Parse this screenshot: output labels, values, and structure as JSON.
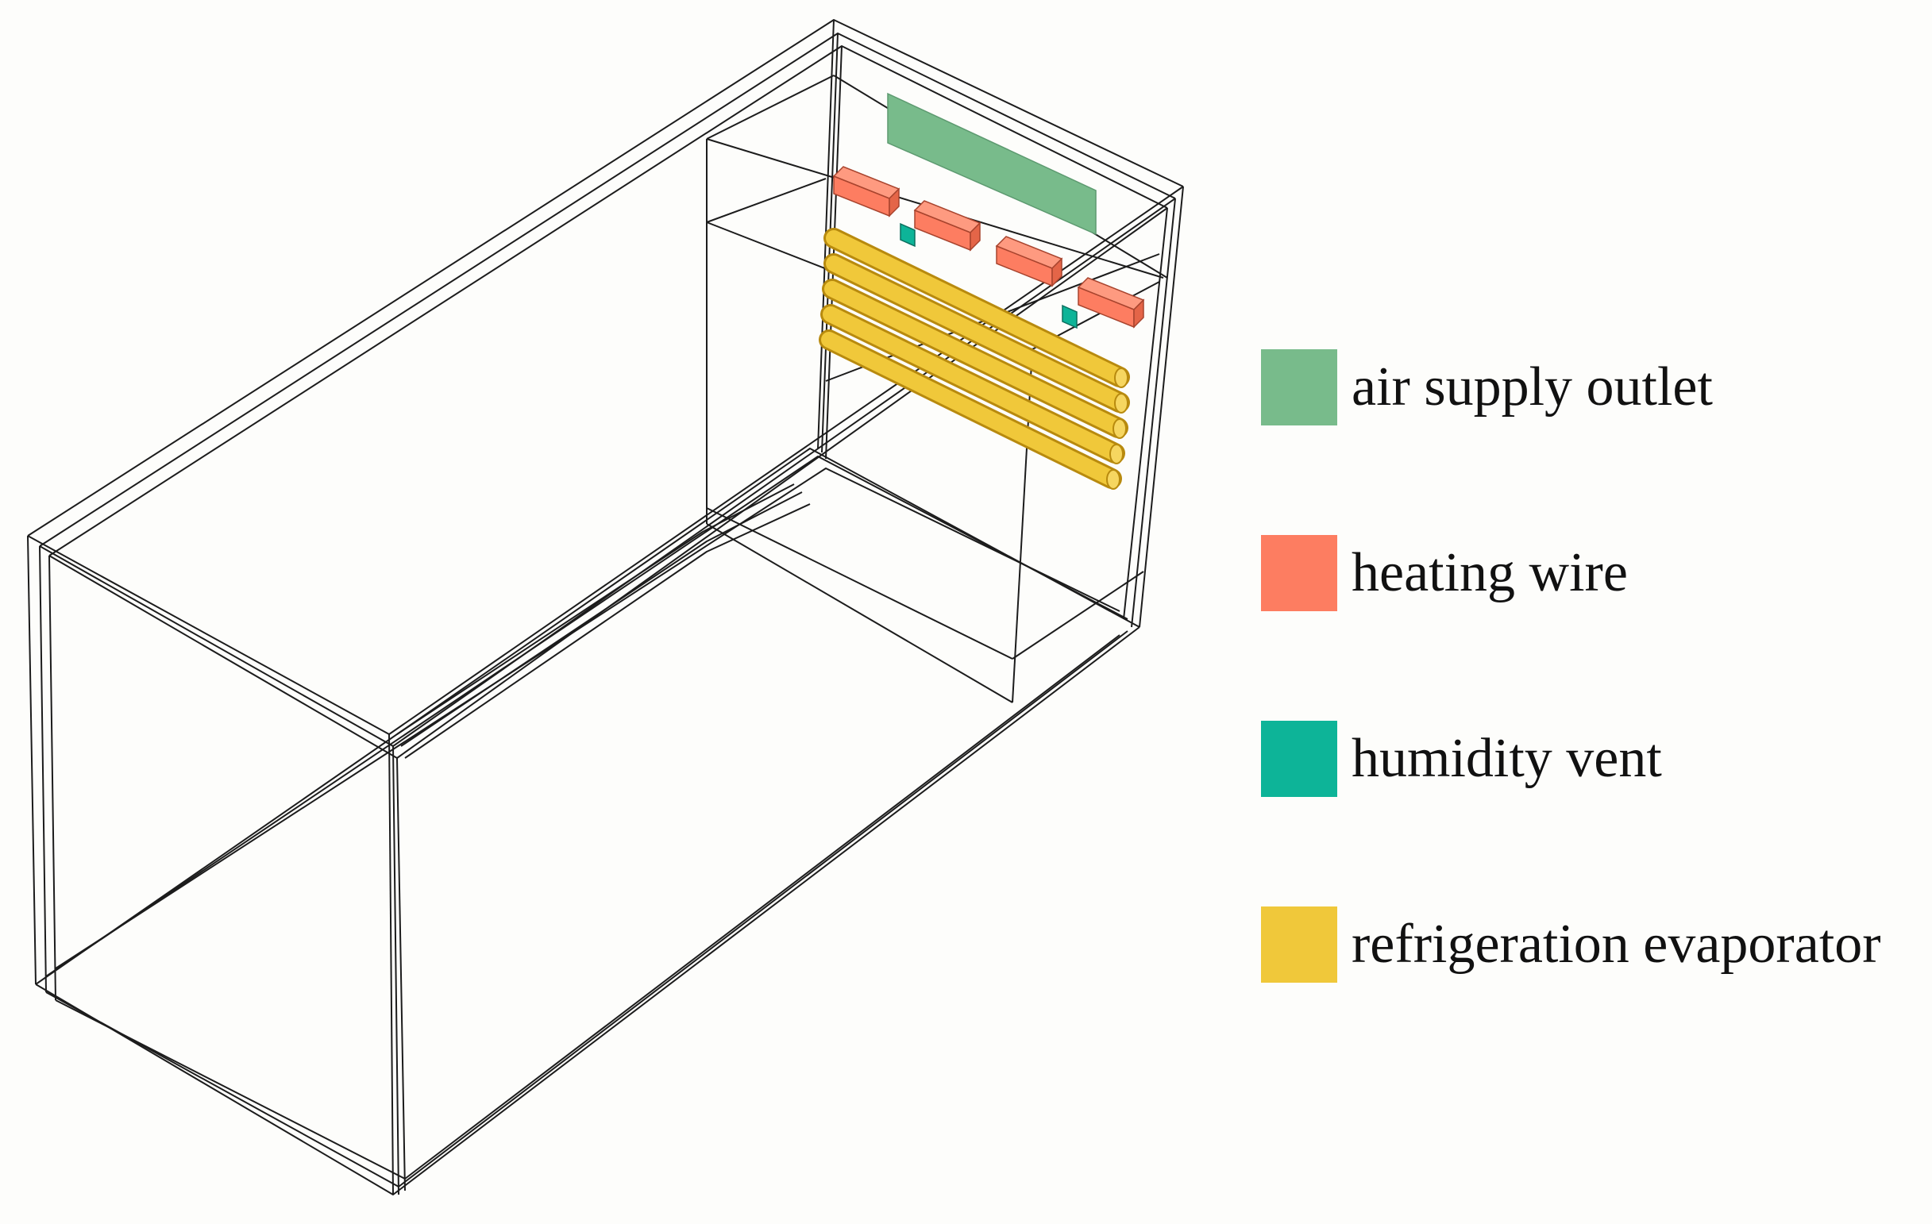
{
  "legend": {
    "items": [
      {
        "label": "air supply outlet",
        "color": "#78bb8b"
      },
      {
        "label": "heating wire",
        "color": "#fd7d61"
      },
      {
        "label": "humidity vent",
        "color": "#0db498"
      },
      {
        "label": "refrigeration evaporator",
        "color": "#f0c83a"
      }
    ]
  },
  "colors": {
    "frame": "#1c1c1c",
    "background": "#fdfdfb",
    "air_supply_outlet": "#78bb8b",
    "heating_wire": "#fd7d61",
    "heating_wire_edge": "#a8442e",
    "humidity_vent": "#0db498",
    "humidity_vent_edge": "#0b6f5e",
    "evaporator": "#f0c83a",
    "evaporator_edge": "#b88a0e"
  }
}
